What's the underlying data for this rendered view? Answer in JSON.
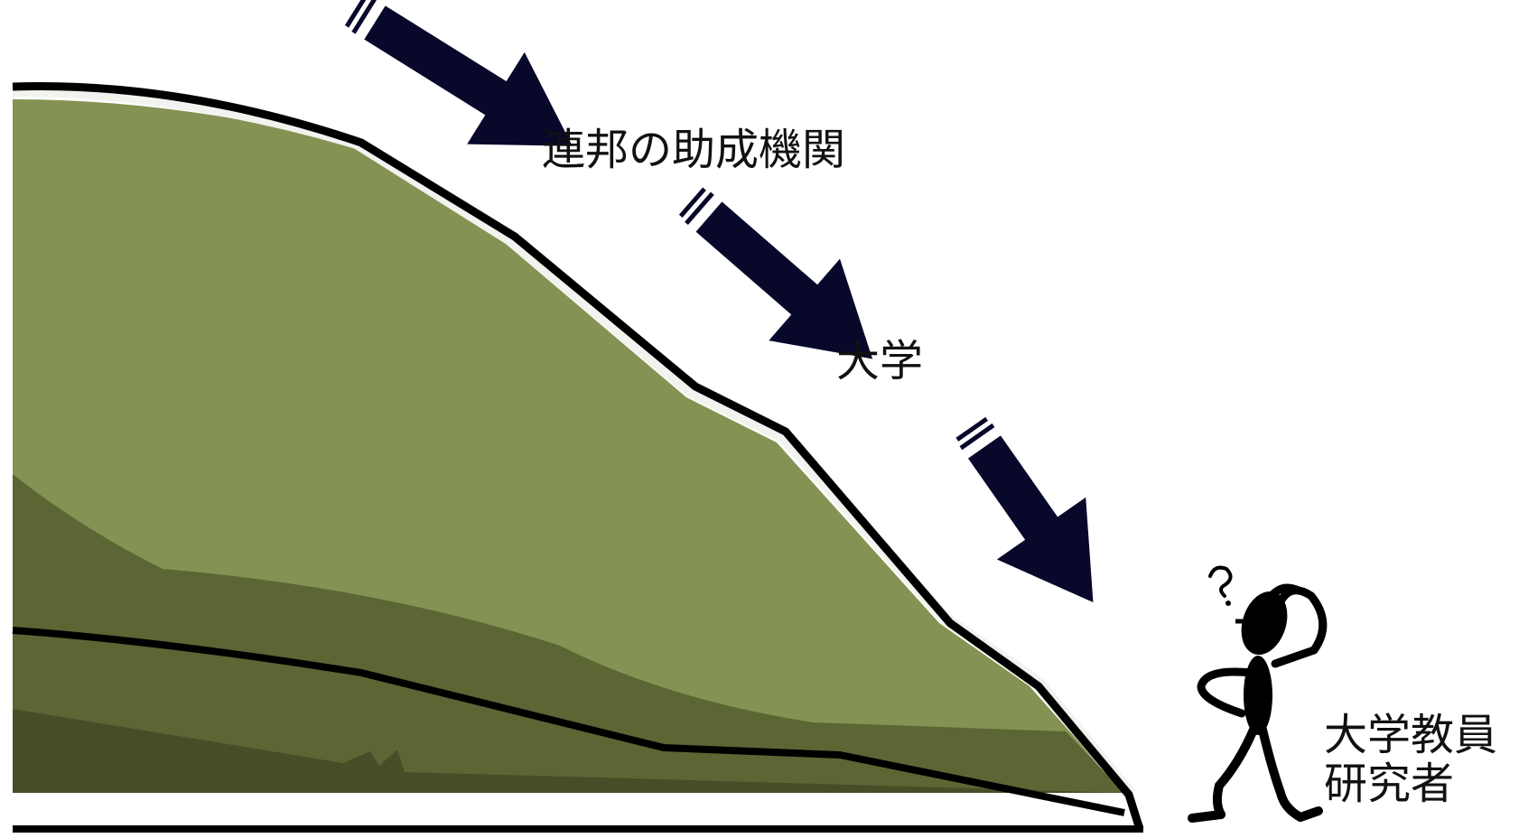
{
  "labels": {
    "federal_agency": "連邦の助成機関",
    "university": "大学",
    "faculty_line1": "大学教員",
    "faculty_line2": "研究者"
  },
  "icons": {
    "arrows": [
      "down-right-arrow-icon",
      "down-right-arrow-icon",
      "down-right-arrow-icon"
    ],
    "person": "confused-stick-figure-icon"
  },
  "colors": {
    "hill_light": "#849353",
    "hill_dark": "#5c6634",
    "hill_darkest": "#464e28",
    "outline": "#000000",
    "arrow": "#07082a",
    "text": "#111111"
  }
}
